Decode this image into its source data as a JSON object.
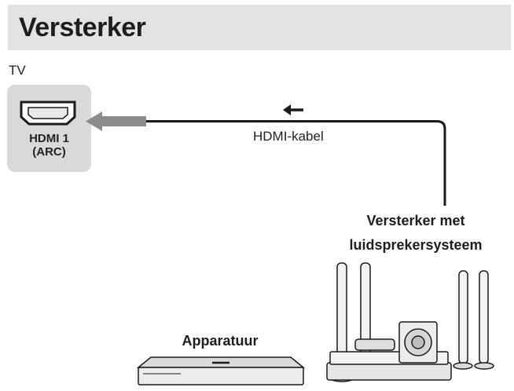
{
  "title": "Versterker",
  "tv": {
    "label": "TV",
    "port_line1": "HDMI 1",
    "port_line2": "(ARC)"
  },
  "cable": {
    "label": "HDMI-kabel"
  },
  "amplifier": {
    "label_line1": "Versterker met",
    "label_line2": "luidsprekersysteem"
  },
  "device": {
    "label": "Apparatuur"
  },
  "icons": [
    "hdmi-port-icon",
    "flow-arrow-icon",
    "speaker-system-icon",
    "media-player-icon"
  ],
  "colors": {
    "title_bar": "#e3e3e3",
    "tv_panel": "#d9d9d9",
    "arrow": "#8c8c8c",
    "cable": "#1a1a1a"
  }
}
